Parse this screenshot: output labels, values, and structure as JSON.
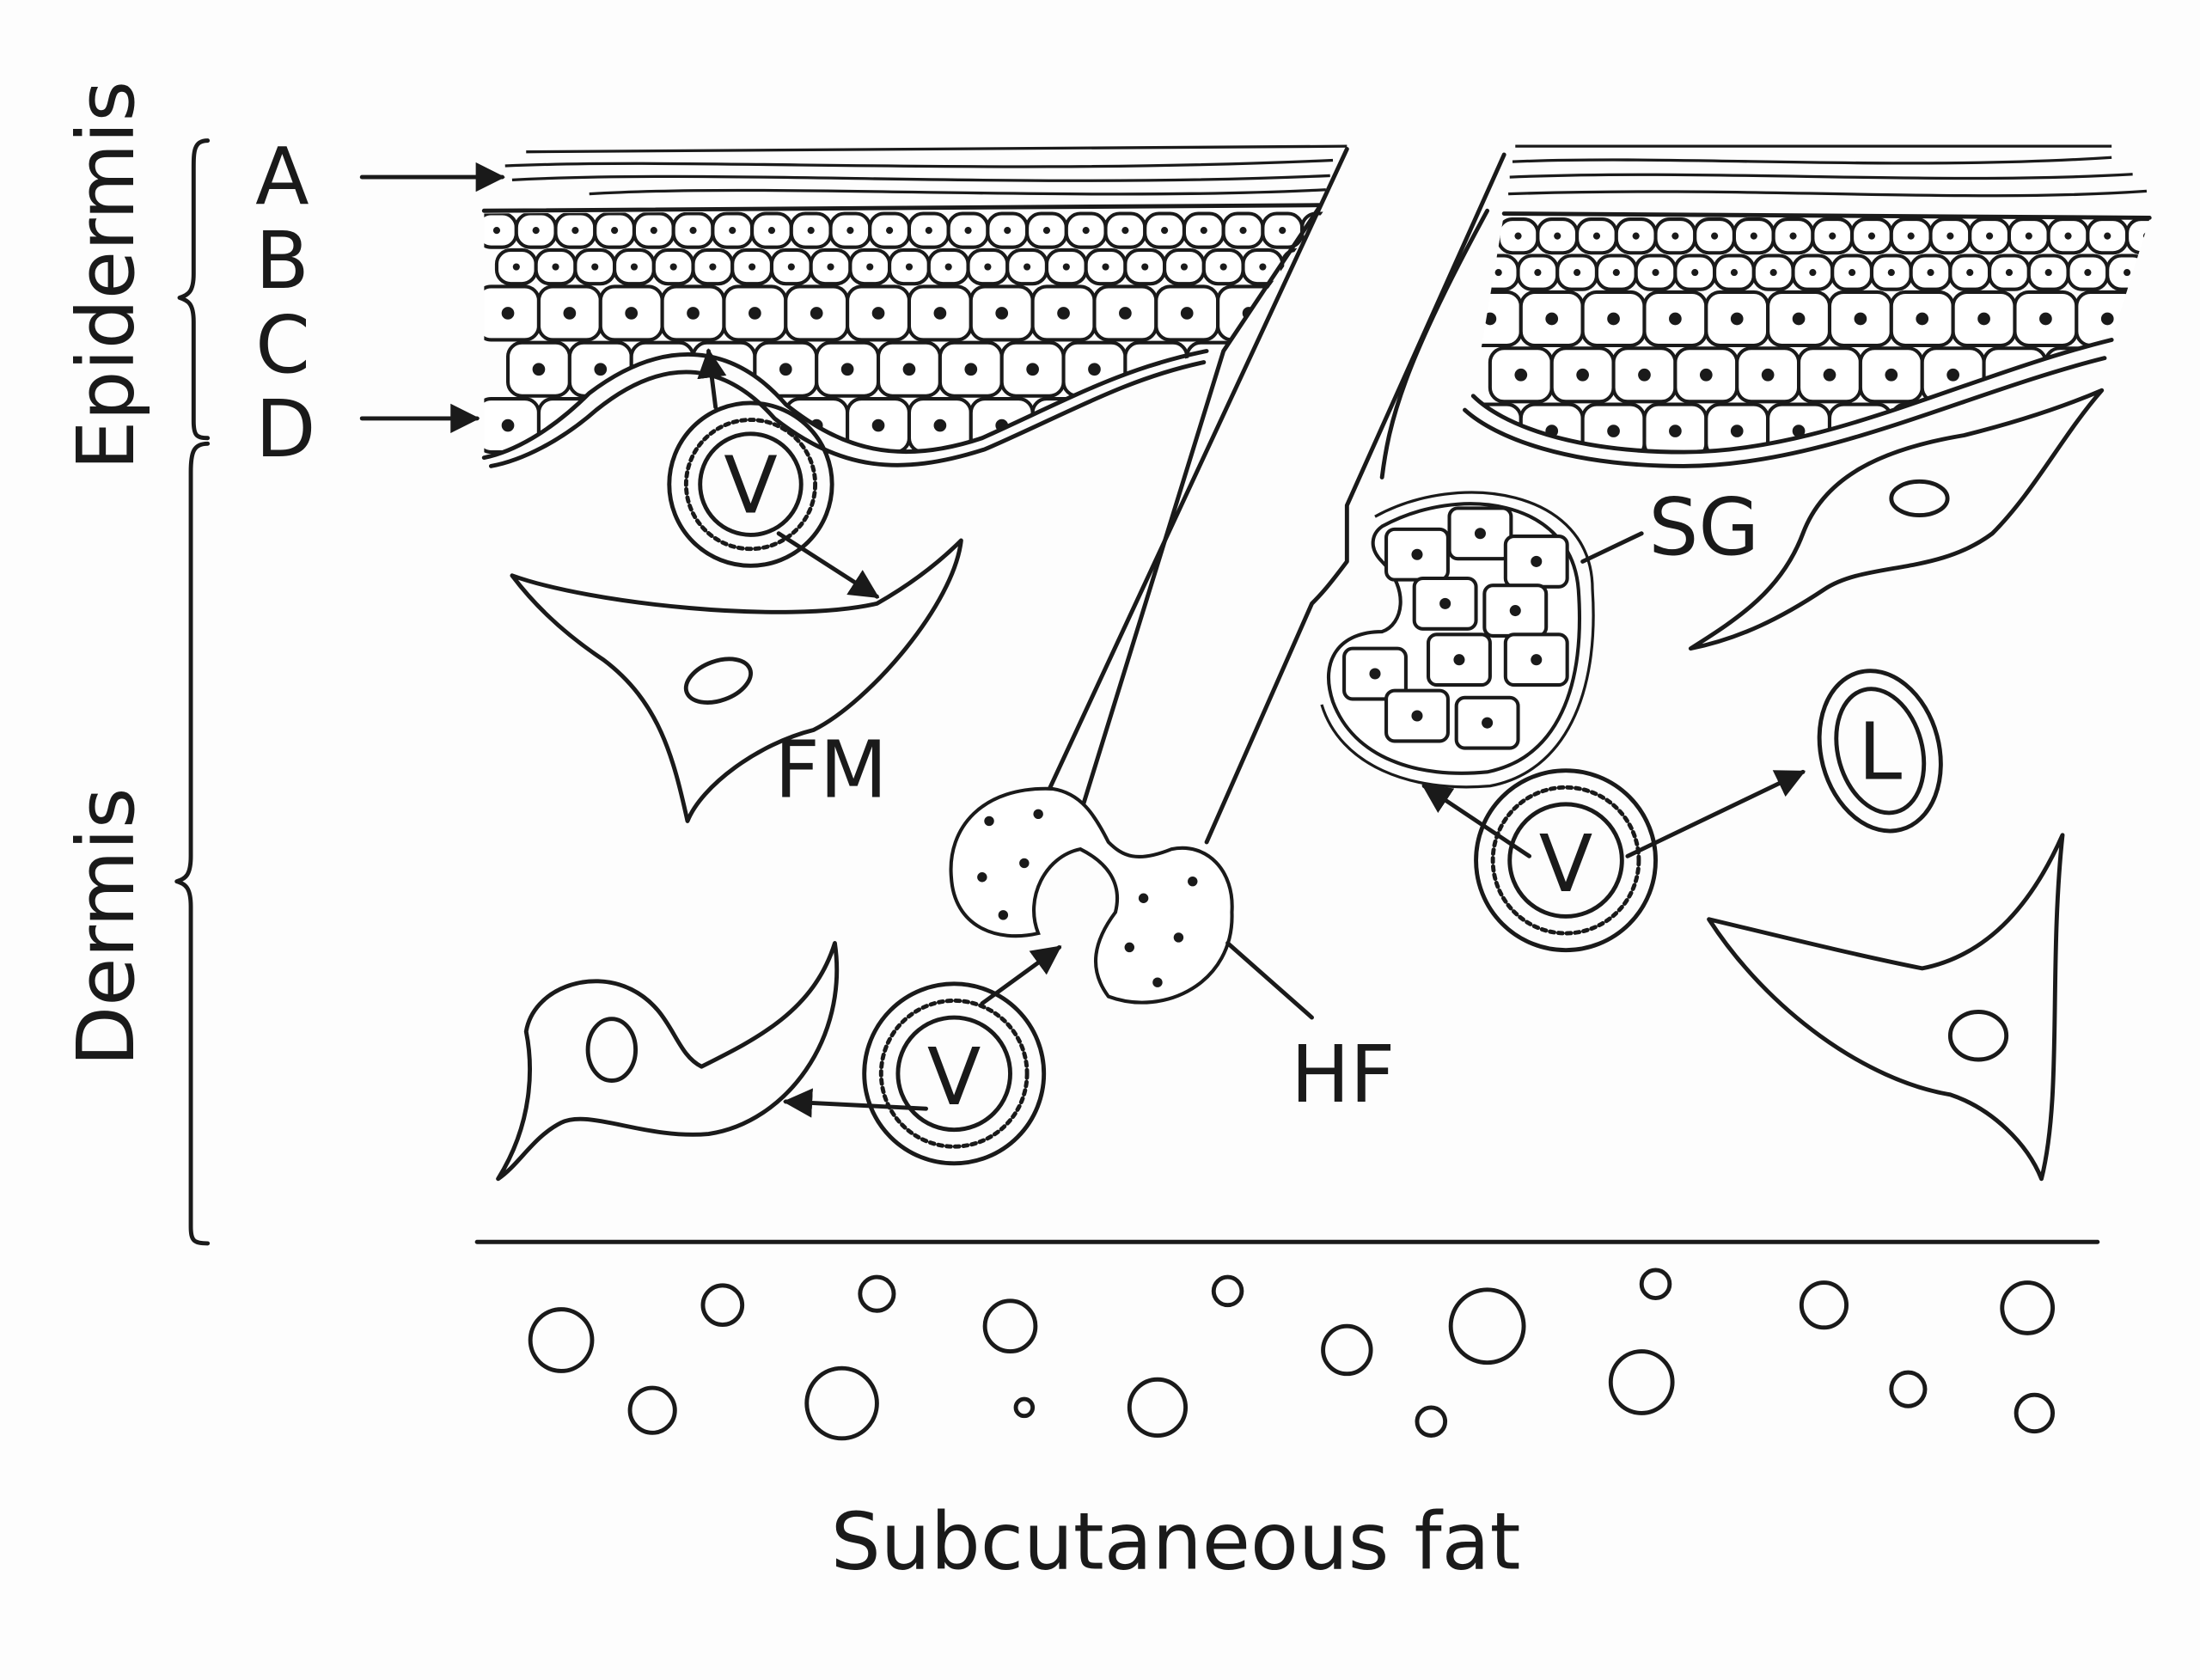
{
  "regions": {
    "epidermis": "Epidermis",
    "dermis": "Dermis",
    "subcutaneous_fat": "Subcutaneous fat"
  },
  "layer_labels": [
    "A",
    "B",
    "C",
    "D"
  ],
  "structure_labels": {
    "fm": "FM",
    "sg": "SG",
    "hf": "HF",
    "l": "L",
    "v": "V"
  }
}
